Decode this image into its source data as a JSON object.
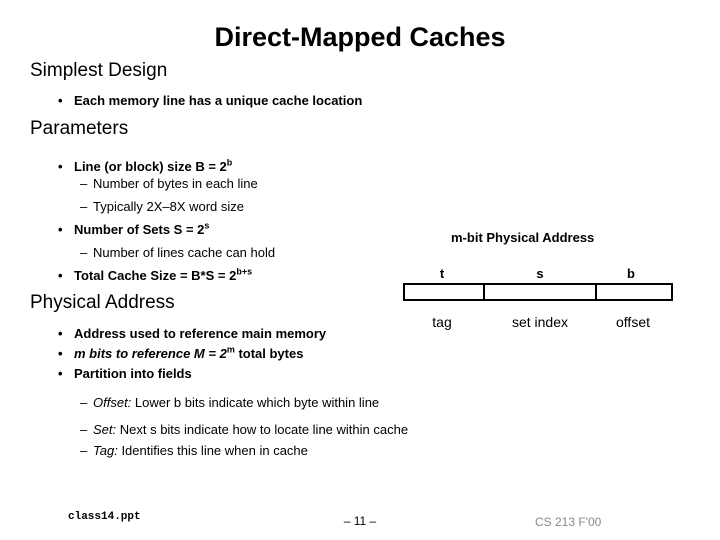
{
  "slide": {
    "title": "Direct-Mapped Caches",
    "sections": [
      {
        "heading": "Simplest Design"
      },
      {
        "heading": "Parameters"
      },
      {
        "heading": "Physical Address"
      }
    ],
    "simplest_bullets": [
      "Each memory line has a unique cache location"
    ],
    "parameters": {
      "b1": {
        "pre": "Line (or block) size B = 2",
        "sup": "b"
      },
      "b1_subs": [
        "Number of bytes in each line",
        "Typically 2X–8X word size"
      ],
      "b2": {
        "pre": "Number of Sets S = 2",
        "sup": "s"
      },
      "b2_subs": [
        "Number of lines cache can hold"
      ],
      "b3": {
        "pre": "Total Cache Size = B*S = 2",
        "sup": "b+s"
      }
    },
    "physical_address": {
      "b1": "Address used to reference main memory",
      "b2_pre": "m bits to reference M = 2",
      "b2_sup": "m",
      "b2_post": " total bytes",
      "b3": "Partition into fields",
      "subs": [
        {
          "label": "Offset:",
          "rest": " Lower b bits indicate which byte within line"
        },
        {
          "label": "Set:",
          "rest": " Next s bits indicate how to locate line within cache"
        },
        {
          "label": "Tag:",
          "rest": " Identifies this line when in cache"
        }
      ]
    },
    "diagram": {
      "caption": "m-bit Physical Address",
      "fields": [
        {
          "letter": "t",
          "label": "tag"
        },
        {
          "letter": "s",
          "label": "set index"
        },
        {
          "letter": "b",
          "label": "offset"
        }
      ]
    },
    "footer": {
      "left": "class14.ppt",
      "center": "– 11 –",
      "right": "CS 213 F'00"
    }
  }
}
